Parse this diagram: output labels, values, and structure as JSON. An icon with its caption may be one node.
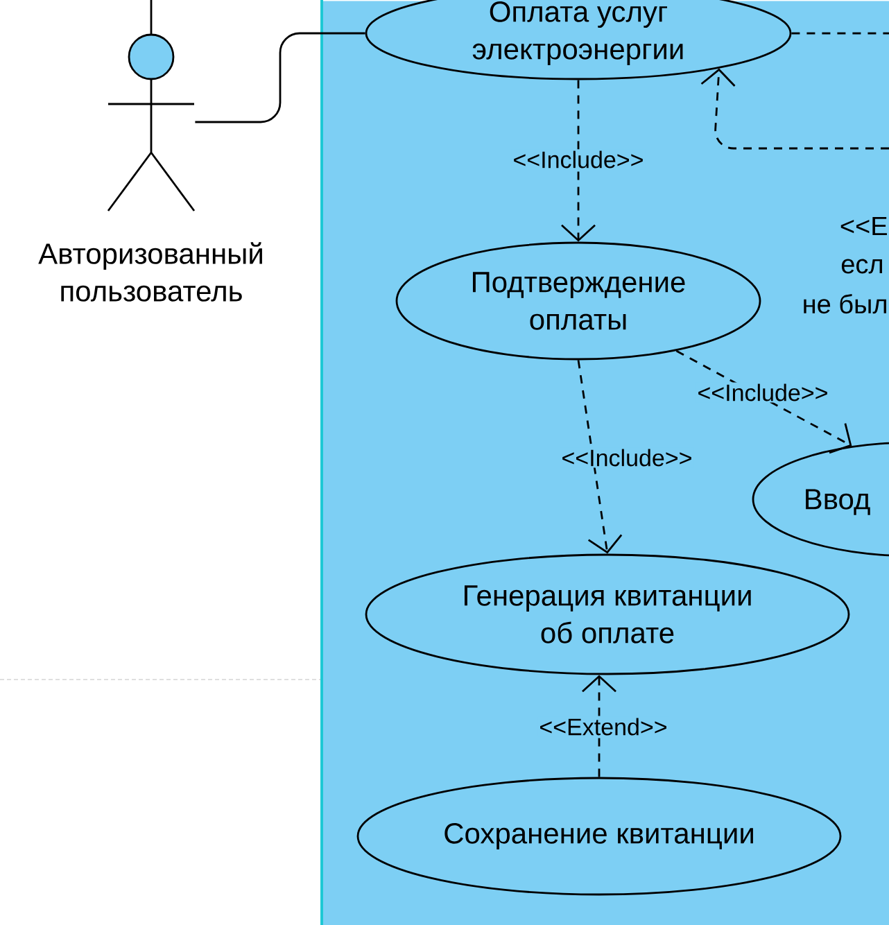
{
  "diagram": {
    "nodes": [
      {
        "text": [
          "Авторизованный пользователь"
        ]
      },
      {
        "text": [],
        "shape": "box"
      },
      {
        "text": [
          "Оплата услуг электроэнергии"
        ],
        "in": 1
      },
      {
        "text": [
          "Подтверждение оплаты"
        ],
        "in": 1
      },
      {
        "text": [
          "Ввод"
        ],
        "in": 1
      },
      {
        "text": [
          "Генерация квитанции об оплате"
        ],
        "in": 1
      },
      {
        "text": [
          "Сохранение квитанции"
        ],
        "in": 1
      }
    ],
    "edges": [
      {
        "from": 0,
        "to": 2,
        "arrow": "none"
      },
      {
        "from": 2,
        "to": 3,
        "arrow": "to",
        "style": "dashed",
        "label": "<<Include>>"
      },
      {
        "from": 3,
        "to": 4,
        "arrow": "to",
        "style": "dashed",
        "label": "<<Include>>"
      },
      {
        "from": 3,
        "to": 5,
        "arrow": "to",
        "style": "dashed",
        "label": "<<Include>>"
      },
      {
        "from": 6,
        "to": 5,
        "arrow": "to",
        "style": "dashed",
        "label": "<<Extend>>"
      },
      {
        "from": null,
        "to": 2,
        "arrow": "to",
        "style": "dashed"
      },
      {
        "from": 2,
        "to": null,
        "arrow": "none",
        "style": "dashed"
      },
      {
        "from": 0,
        "to": null,
        "arrow": "none"
      }
    ],
    "labels": [
      "<<E",
      "есл",
      "не был"
    ]
  }
}
